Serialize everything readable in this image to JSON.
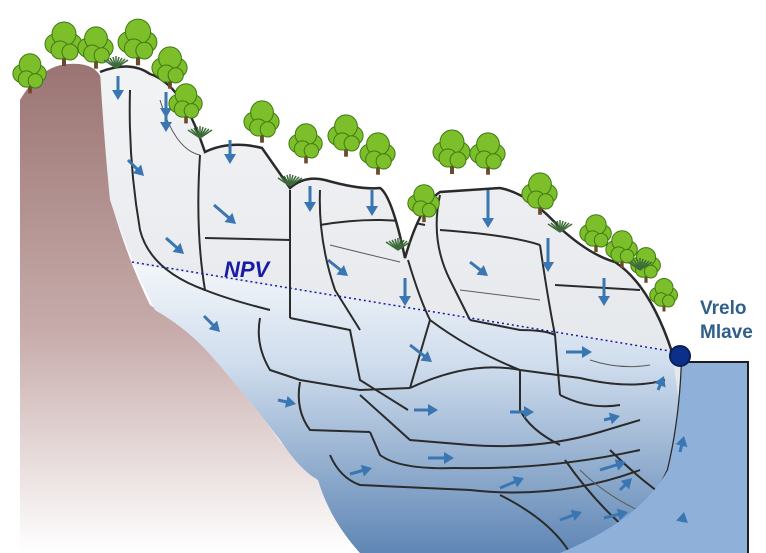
{
  "labels": {
    "water_table": "NPV",
    "spring_line1": "Vrelo",
    "spring_line2": "Mlave"
  },
  "colors": {
    "rock_block": "#e9ebee",
    "water_top": "#d6e2ee",
    "water_deep": "#5d84b3",
    "slope": "#a07a78",
    "arrow": "#3a76b2",
    "water_table_line": "#1a1aa8",
    "spring_dot": "#0c2f8a",
    "spring_pool": "#8fb0d8",
    "tree_canopy": "#7cbf2a"
  },
  "icons": [
    "tree-icon",
    "grass-tuft-icon",
    "flow-arrow-icon",
    "spring-dot-icon"
  ]
}
